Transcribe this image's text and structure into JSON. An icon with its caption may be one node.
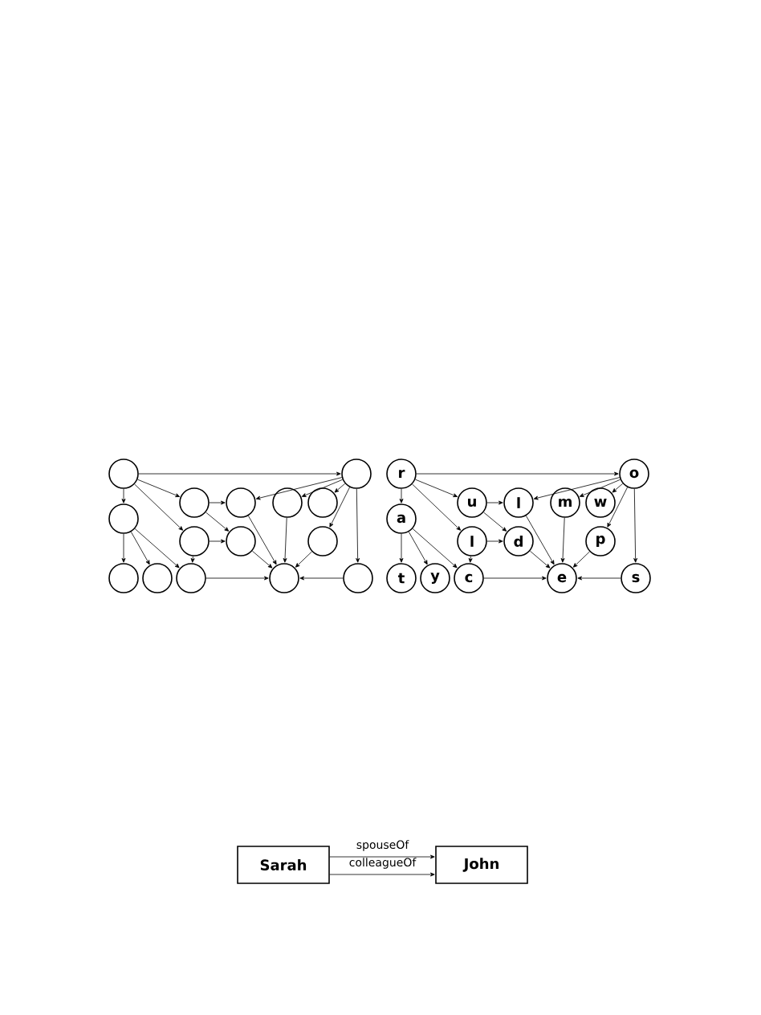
{
  "diagram": {
    "nodes": [
      {
        "text": [],
        "shape": "circle"
      },
      {
        "text": [],
        "shape": "circle"
      },
      {
        "text": [],
        "shape": "circle"
      },
      {
        "text": [],
        "shape": "circle"
      },
      {
        "text": [],
        "shape": "circle"
      },
      {
        "text": [],
        "shape": "circle"
      },
      {
        "text": [],
        "shape": "circle"
      },
      {
        "text": [],
        "shape": "circle"
      },
      {
        "text": [],
        "shape": "circle"
      },
      {
        "text": [],
        "shape": "circle"
      },
      {
        "text": [],
        "shape": "circle"
      },
      {
        "text": [],
        "shape": "circle"
      },
      {
        "text": [],
        "shape": "circle"
      },
      {
        "text": [],
        "shape": "circle"
      },
      {
        "text": [],
        "shape": "circle"
      },
      {
        "text": [
          "r"
        ]
      },
      {
        "text": [
          "o"
        ]
      },
      {
        "text": [
          "u"
        ]
      },
      {
        "text": [
          "l"
        ]
      },
      {
        "text": [
          "m"
        ]
      },
      {
        "text": [
          "w"
        ]
      },
      {
        "text": [
          "a"
        ]
      },
      {
        "text": [
          "l"
        ]
      },
      {
        "text": [
          "d"
        ]
      },
      {
        "text": [
          "p"
        ]
      },
      {
        "text": [
          "t"
        ]
      },
      {
        "text": [
          "y"
        ]
      },
      {
        "text": [
          "c"
        ]
      },
      {
        "text": [
          "e"
        ]
      },
      {
        "text": [
          "s"
        ]
      },
      {
        "text": [
          "Sarah"
        ]
      },
      {
        "text": [
          "John"
        ]
      }
    ],
    "edges": [
      {
        "from": 0,
        "to": 1,
        "arrow": "to"
      },
      {
        "from": 0,
        "to": 6,
        "arrow": "to"
      },
      {
        "from": 0,
        "to": 2,
        "arrow": "to"
      },
      {
        "from": 0,
        "to": 7,
        "arrow": "to"
      },
      {
        "from": 1,
        "to": 3,
        "arrow": "to"
      },
      {
        "from": 1,
        "to": 4,
        "arrow": "to"
      },
      {
        "from": 1,
        "to": 5,
        "arrow": "to"
      },
      {
        "from": 1,
        "to": 9,
        "arrow": "to"
      },
      {
        "from": 1,
        "to": 14,
        "arrow": "to"
      },
      {
        "from": 2,
        "to": 3,
        "arrow": "to"
      },
      {
        "from": 2,
        "to": 8,
        "arrow": "to"
      },
      {
        "from": 7,
        "to": 8,
        "arrow": "to"
      },
      {
        "from": 7,
        "to": 12,
        "arrow": "to"
      },
      {
        "from": 6,
        "to": 10,
        "arrow": "to"
      },
      {
        "from": 6,
        "to": 11,
        "arrow": "to"
      },
      {
        "from": 6,
        "to": 12,
        "arrow": "to"
      },
      {
        "from": 3,
        "to": 13,
        "arrow": "to"
      },
      {
        "from": 4,
        "to": 13,
        "arrow": "to"
      },
      {
        "from": 8,
        "to": 13,
        "arrow": "to"
      },
      {
        "from": 9,
        "to": 13,
        "arrow": "to"
      },
      {
        "from": 12,
        "to": 13,
        "arrow": "to"
      },
      {
        "from": 14,
        "to": 13,
        "arrow": "to"
      },
      {
        "from": 15,
        "to": 16,
        "arrow": "to"
      },
      {
        "from": 15,
        "to": 21,
        "arrow": "to"
      },
      {
        "from": 15,
        "to": 17,
        "arrow": "to"
      },
      {
        "from": 15,
        "to": 22,
        "arrow": "to"
      },
      {
        "from": 16,
        "to": 18,
        "arrow": "to"
      },
      {
        "from": 16,
        "to": 19,
        "arrow": "to"
      },
      {
        "from": 16,
        "to": 20,
        "arrow": "to"
      },
      {
        "from": 16,
        "to": 24,
        "arrow": "to"
      },
      {
        "from": 16,
        "to": 29,
        "arrow": "to"
      },
      {
        "from": 17,
        "to": 18,
        "arrow": "to"
      },
      {
        "from": 17,
        "to": 23,
        "arrow": "to"
      },
      {
        "from": 22,
        "to": 23,
        "arrow": "to"
      },
      {
        "from": 22,
        "to": 27,
        "arrow": "to"
      },
      {
        "from": 21,
        "to": 25,
        "arrow": "to"
      },
      {
        "from": 21,
        "to": 26,
        "arrow": "to"
      },
      {
        "from": 21,
        "to": 27,
        "arrow": "to"
      },
      {
        "from": 18,
        "to": 28,
        "arrow": "to"
      },
      {
        "from": 19,
        "to": 28,
        "arrow": "to"
      },
      {
        "from": 23,
        "to": 28,
        "arrow": "to"
      },
      {
        "from": 24,
        "to": 28,
        "arrow": "to"
      },
      {
        "from": 27,
        "to": 28,
        "arrow": "to"
      },
      {
        "from": 29,
        "to": 28,
        "arrow": "to"
      },
      {
        "from": 30,
        "to": 31,
        "label": "spouseOf",
        "arrow": "to"
      },
      {
        "from": 30,
        "to": 31,
        "label": "colleagueOf",
        "arrow": "to"
      }
    ]
  }
}
